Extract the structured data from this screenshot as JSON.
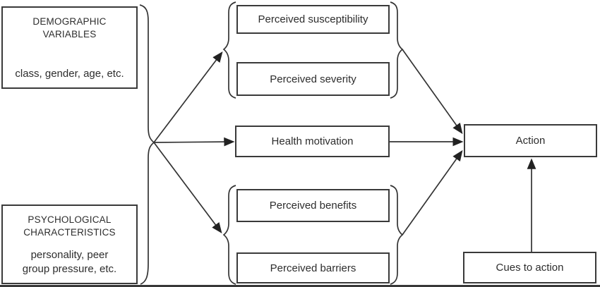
{
  "diagram": {
    "name": "health-belief-model",
    "nodes": {
      "demographic": {
        "title_line1": "DEMOGRAPHIC",
        "title_line2": "VARIABLES",
        "body": "class, gender, age, etc."
      },
      "psychological": {
        "title_line1": "PSYCHOLOGICAL",
        "title_line2": "CHARACTERISTICS",
        "body_line1": "personality, peer",
        "body_line2": "group pressure, etc."
      },
      "susceptibility": {
        "label": "Perceived susceptibility"
      },
      "severity": {
        "label": "Perceived severity"
      },
      "motivation": {
        "label": "Health motivation"
      },
      "benefits": {
        "label": "Perceived benefits"
      },
      "barriers": {
        "label": "Perceived barriers"
      },
      "action": {
        "label": "Action"
      },
      "cues": {
        "label": "Cues to action"
      }
    },
    "edges": [
      {
        "from": "antecedents-junction",
        "to": "susceptibility-severity-group"
      },
      {
        "from": "antecedents-junction",
        "to": "motivation"
      },
      {
        "from": "antecedents-junction",
        "to": "benefits-barriers-group"
      },
      {
        "from": "susceptibility-severity-group",
        "to": "action"
      },
      {
        "from": "motivation",
        "to": "action"
      },
      {
        "from": "benefits-barriers-group",
        "to": "action"
      },
      {
        "from": "cues",
        "to": "action"
      }
    ],
    "colors": {
      "stroke": "#333333",
      "box_border": "#3a3a3a",
      "text": "#2d2d2d",
      "background": "#ffffff"
    }
  }
}
